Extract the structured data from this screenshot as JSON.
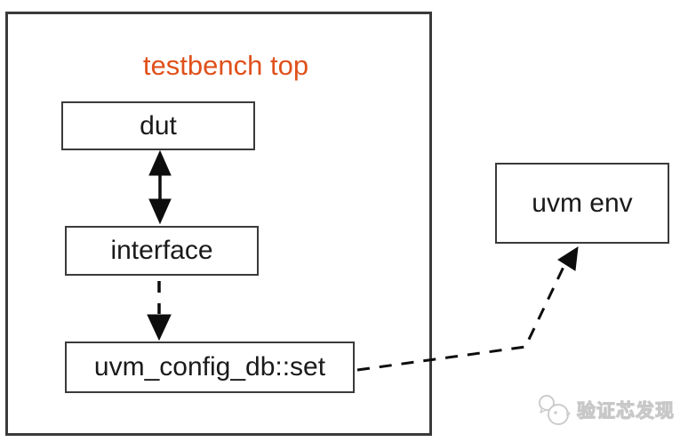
{
  "diagram": {
    "title": {
      "text": "testbench top",
      "color": "#e0511c"
    },
    "nodes": [
      {
        "id": "dut",
        "label": "dut"
      },
      {
        "id": "interface",
        "label": "interface"
      },
      {
        "id": "uvm-config-db-set",
        "label": "uvm_config_db::set"
      },
      {
        "id": "uvm-env",
        "label": "uvm env"
      }
    ],
    "edges": [
      {
        "from": "dut",
        "to": "interface",
        "line": "solid",
        "arrowheads": "both"
      },
      {
        "from": "interface",
        "to": "uvm-config-db-set",
        "line": "dashed",
        "arrowheads": "end"
      },
      {
        "from": "uvm-config-db-set",
        "to": "uvm-env",
        "line": "dashed",
        "arrowheads": "end"
      }
    ],
    "colors": {
      "box_border": "#3a3a3a",
      "node_text": "#1a1a1a",
      "arrow": "#0d0d0d",
      "background": "#ffffff"
    }
  },
  "watermark": {
    "text": "验证芯发现",
    "color": "#c8c8c8",
    "icon": "chat-bubbles-logo"
  }
}
